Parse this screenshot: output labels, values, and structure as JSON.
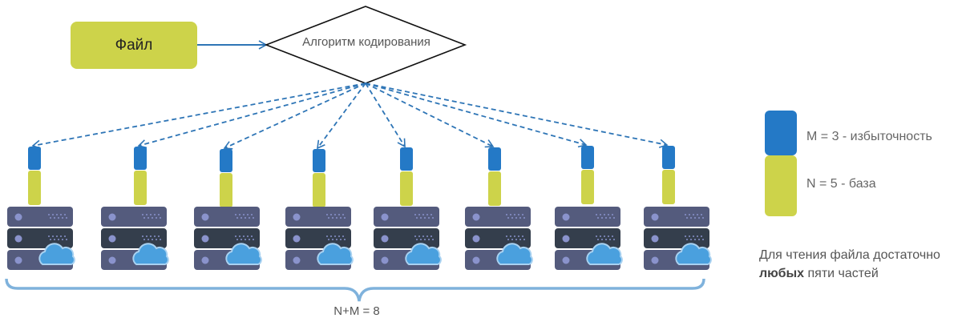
{
  "file": {
    "label": "Файл"
  },
  "algorithm": {
    "label": "Алгоритм кодирования"
  },
  "nodes_count": 8,
  "legend": {
    "redundancy": {
      "label": "M = 3  - избыточность",
      "color": "#2479c6"
    },
    "base": {
      "label": "N = 5  - база",
      "color": "#cdd34a"
    }
  },
  "note": {
    "line1": "Для чтения файла достаточно",
    "bold": "любых",
    "line2_rest": " пяти частей"
  },
  "sum": {
    "label": "N+M = 8"
  },
  "colors": {
    "arrow": "#2e75b6",
    "server_light": "#545b7d",
    "server_dark": "#343e4c",
    "led": "#8a93cc",
    "cloud": "#4aa0de",
    "brace": "#7fb2dc"
  }
}
